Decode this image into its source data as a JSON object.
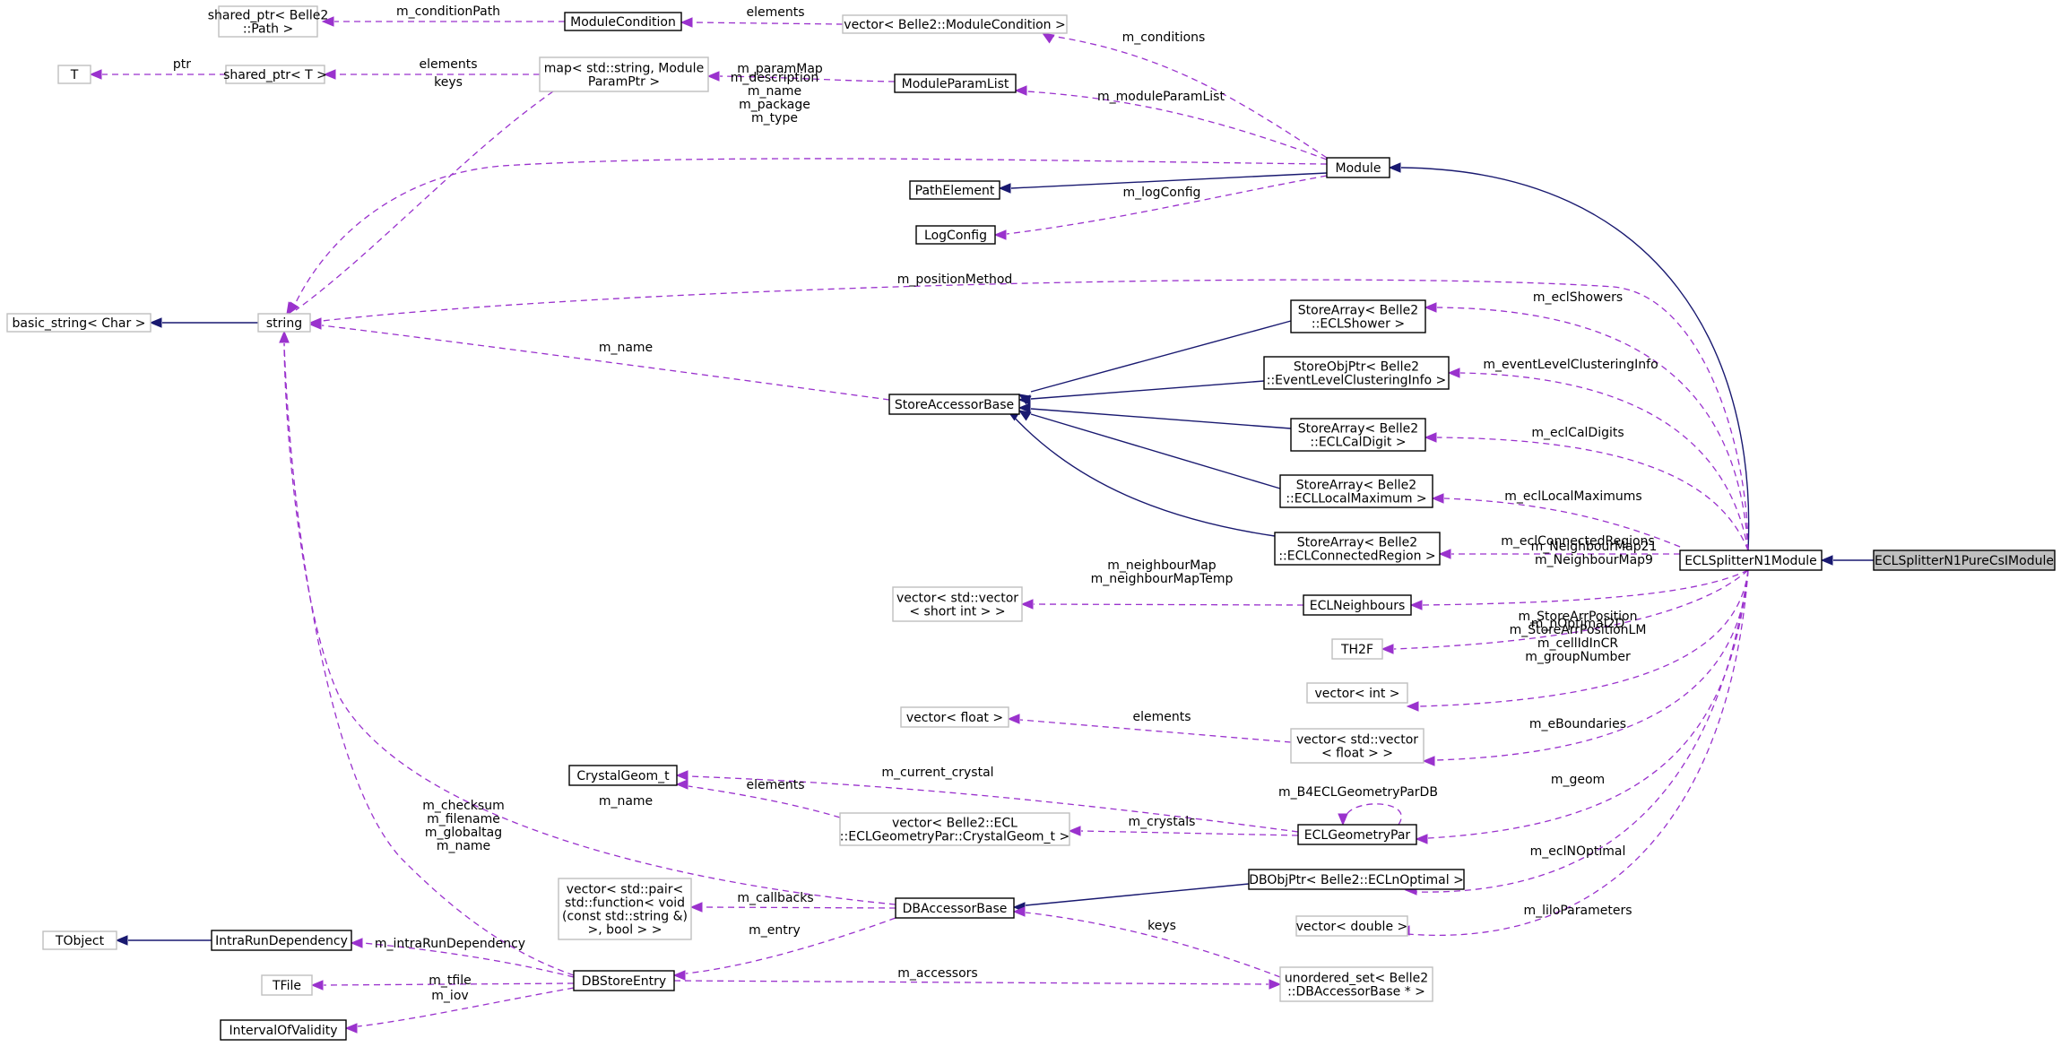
{
  "colors": {
    "inheritance": "#191970",
    "usage": "#9a32cd",
    "documented_border": "#000000",
    "undocumented_border": "#bfbfbf",
    "focus_fill": "#bfbfbf"
  },
  "nodes": {
    "shared_ptr_path": [
      "shared_ptr< Belle2",
      "::Path >"
    ],
    "module_condition": [
      "ModuleCondition"
    ],
    "vector_module_condition": [
      "vector< Belle2::ModuleCondition >"
    ],
    "t": [
      "T"
    ],
    "shared_ptr_t": [
      "shared_ptr< T >"
    ],
    "map_module_param": [
      "map< std::string, Module",
      "ParamPtr >"
    ],
    "module_param_list": [
      "ModuleParamList"
    ],
    "module": [
      "Module"
    ],
    "path_element": [
      "PathElement"
    ],
    "log_config": [
      "LogConfig"
    ],
    "basic_string": [
      "basic_string< Char >"
    ],
    "string": [
      "string"
    ],
    "store_array_shower": [
      "StoreArray< Belle2",
      "::ECLShower >"
    ],
    "store_obj_event": [
      "StoreObjPtr< Belle2",
      "::EventLevelClusteringInfo >"
    ],
    "store_accessor_base": [
      "StoreAccessorBase"
    ],
    "store_array_caldigit": [
      "StoreArray< Belle2",
      "::ECLCalDigit >"
    ],
    "store_array_localmax": [
      "StoreArray< Belle2",
      "::ECLLocalMaximum >"
    ],
    "store_array_connreg": [
      "StoreArray< Belle2",
      "::ECLConnectedRegion >"
    ],
    "ecl_splitter_n1": [
      "ECLSplitterN1Module"
    ],
    "ecl_splitter_n1_purecsi": [
      "ECLSplitterN1PureCsIModule"
    ],
    "vector_short_int": [
      "vector< std::vector",
      "< short int > >"
    ],
    "ecl_neighbours": [
      "ECLNeighbours"
    ],
    "th2f": [
      "TH2F"
    ],
    "vector_int": [
      "vector< int >"
    ],
    "vector_float": [
      "vector< float >"
    ],
    "vector_vector_float": [
      "vector< std::vector",
      "< float > >"
    ],
    "crystal_geom": [
      "CrystalGeom_t"
    ],
    "vector_crystal_geom": [
      "vector< Belle2::ECL",
      "::ECLGeometryPar::CrystalGeom_t >"
    ],
    "ecl_geometry_par": [
      "ECLGeometryPar"
    ],
    "vector_pair_function": [
      "vector< std::pair<",
      "std::function< void",
      "(const std::string &)",
      ">, bool > >"
    ],
    "db_accessor_base": [
      "DBAccessorBase"
    ],
    "db_obj_ptr": [
      "DBObjPtr< Belle2::ECLnOptimal >"
    ],
    "vector_double": [
      "vector< double >"
    ],
    "tobject": [
      "TObject"
    ],
    "intra_run_dependency": [
      "IntraRunDependency"
    ],
    "tfile": [
      "TFile"
    ],
    "db_store_entry": [
      "DBStoreEntry"
    ],
    "unordered_set_db": [
      "unordered_set< Belle2",
      "::DBAccessorBase * >"
    ],
    "interval_of_validity": [
      "IntervalOfValidity"
    ]
  },
  "edges": {
    "m_conditionPath": [
      "m_conditionPath"
    ],
    "elements_cond": [
      "elements"
    ],
    "m_conditions": [
      "m_conditions"
    ],
    "ptr": [
      "ptr"
    ],
    "elements_shared": [
      "elements"
    ],
    "m_paramMap": [
      "m_paramMap"
    ],
    "m_moduleParamList": [
      "m_moduleParamList"
    ],
    "keys_map": [
      "keys"
    ],
    "module_strings": [
      "m_description",
      "m_name",
      "m_package",
      "m_type"
    ],
    "m_logConfig": [
      "m_logConfig"
    ],
    "m_positionMethod": [
      "m_positionMethod"
    ],
    "m_name_store": [
      "m_name"
    ],
    "m_eclShowers": [
      "m_eclShowers"
    ],
    "m_eventLevelClusteringInfo": [
      "m_eventLevelClusteringInfo"
    ],
    "m_eclCalDigits": [
      "m_eclCalDigits"
    ],
    "m_eclLocalMaximums": [
      "m_eclLocalMaximums"
    ],
    "m_eclConnectedRegions": [
      "m_eclConnectedRegions"
    ],
    "m_neighbourMap": [
      "m_neighbourMap",
      "m_neighbourMapTemp"
    ],
    "m_NeighbourMap": [
      "m_NeighbourMap21",
      "m_NeighbourMap9"
    ],
    "m_nOptimal2D": [
      "m_nOptimal2D"
    ],
    "m_storeArr": [
      "m_StoreArrPosition",
      "m_StoreArrPositionLM",
      "m_cellIdInCR",
      "m_groupNumber"
    ],
    "elements_float": [
      "elements"
    ],
    "m_eBoundaries": [
      "m_eBoundaries"
    ],
    "m_current_crystal": [
      "m_current_crystal"
    ],
    "elements_crystal": [
      "elements"
    ],
    "m_B4ECLGeometryParDB": [
      "m_B4ECLGeometryParDB"
    ],
    "m_crystals": [
      "m_crystals"
    ],
    "m_geom": [
      "m_geom"
    ],
    "m_name_db": [
      "m_name"
    ],
    "m_eclNOptimal": [
      "m_eclNOptimal"
    ],
    "db_strings": [
      "m_checksum",
      "m_filename",
      "m_globaltag",
      "m_name"
    ],
    "m_callbacks": [
      "m_callbacks"
    ],
    "keys_db": [
      "keys"
    ],
    "m_liloParameters": [
      "m_liloParameters"
    ],
    "m_intraRunDependency": [
      "m_intraRunDependency"
    ],
    "m_entry": [
      "m_entry"
    ],
    "m_accessors": [
      "m_accessors"
    ],
    "m_tfile": [
      "m_tfile"
    ],
    "m_iov": [
      "m_iov"
    ]
  }
}
